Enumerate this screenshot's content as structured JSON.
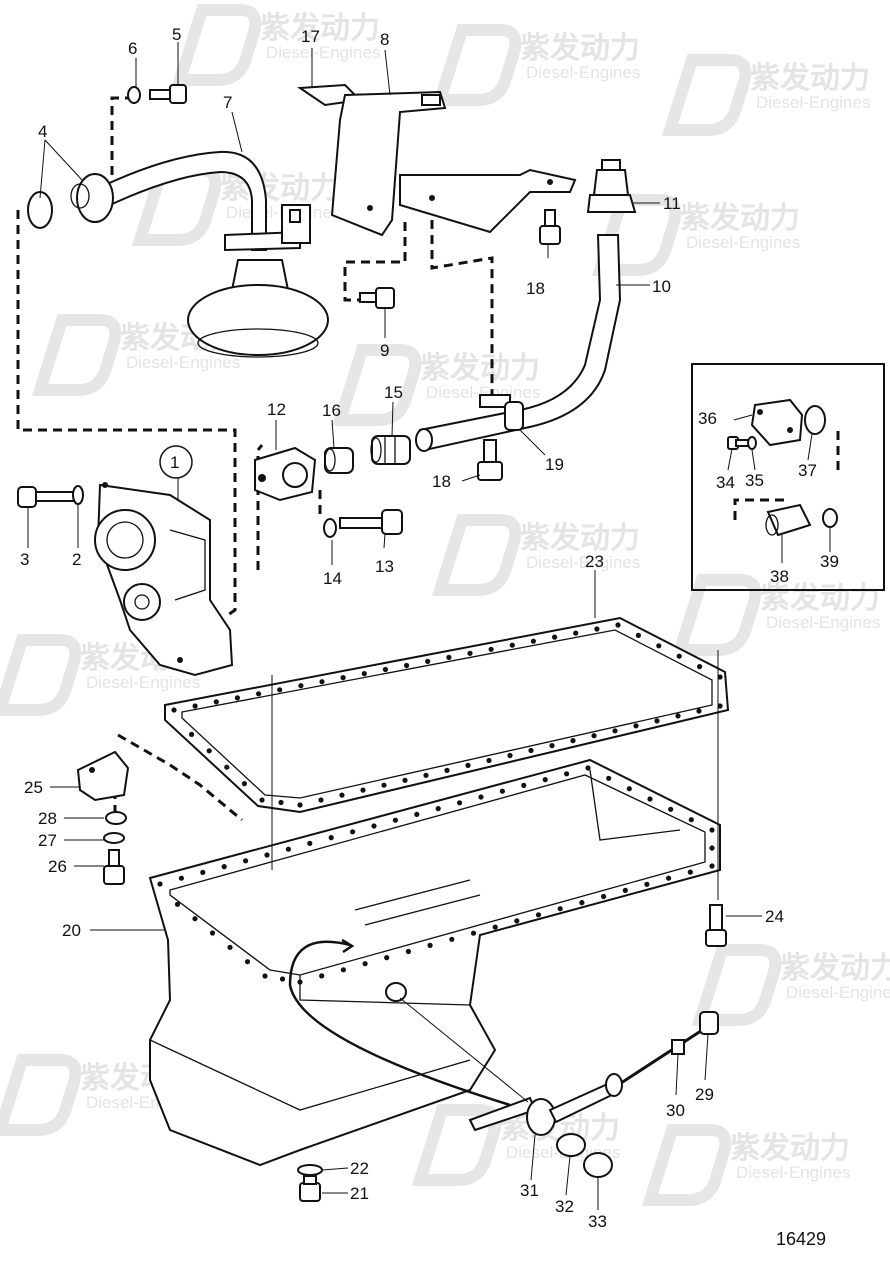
{
  "watermark": {
    "brand": "紫发动力",
    "sub": "Diesel-Engines"
  },
  "callouts": [
    "1",
    "2",
    "3",
    "4",
    "5",
    "6",
    "7",
    "8",
    "9",
    "10",
    "11",
    "12",
    "13",
    "14",
    "15",
    "16",
    "17",
    "18",
    "18",
    "19",
    "20",
    "21",
    "22",
    "23",
    "24",
    "25",
    "26",
    "27",
    "28",
    "29",
    "30",
    "31",
    "32",
    "33",
    "34",
    "35",
    "36",
    "37",
    "38",
    "39"
  ],
  "drawing_number": "16429"
}
